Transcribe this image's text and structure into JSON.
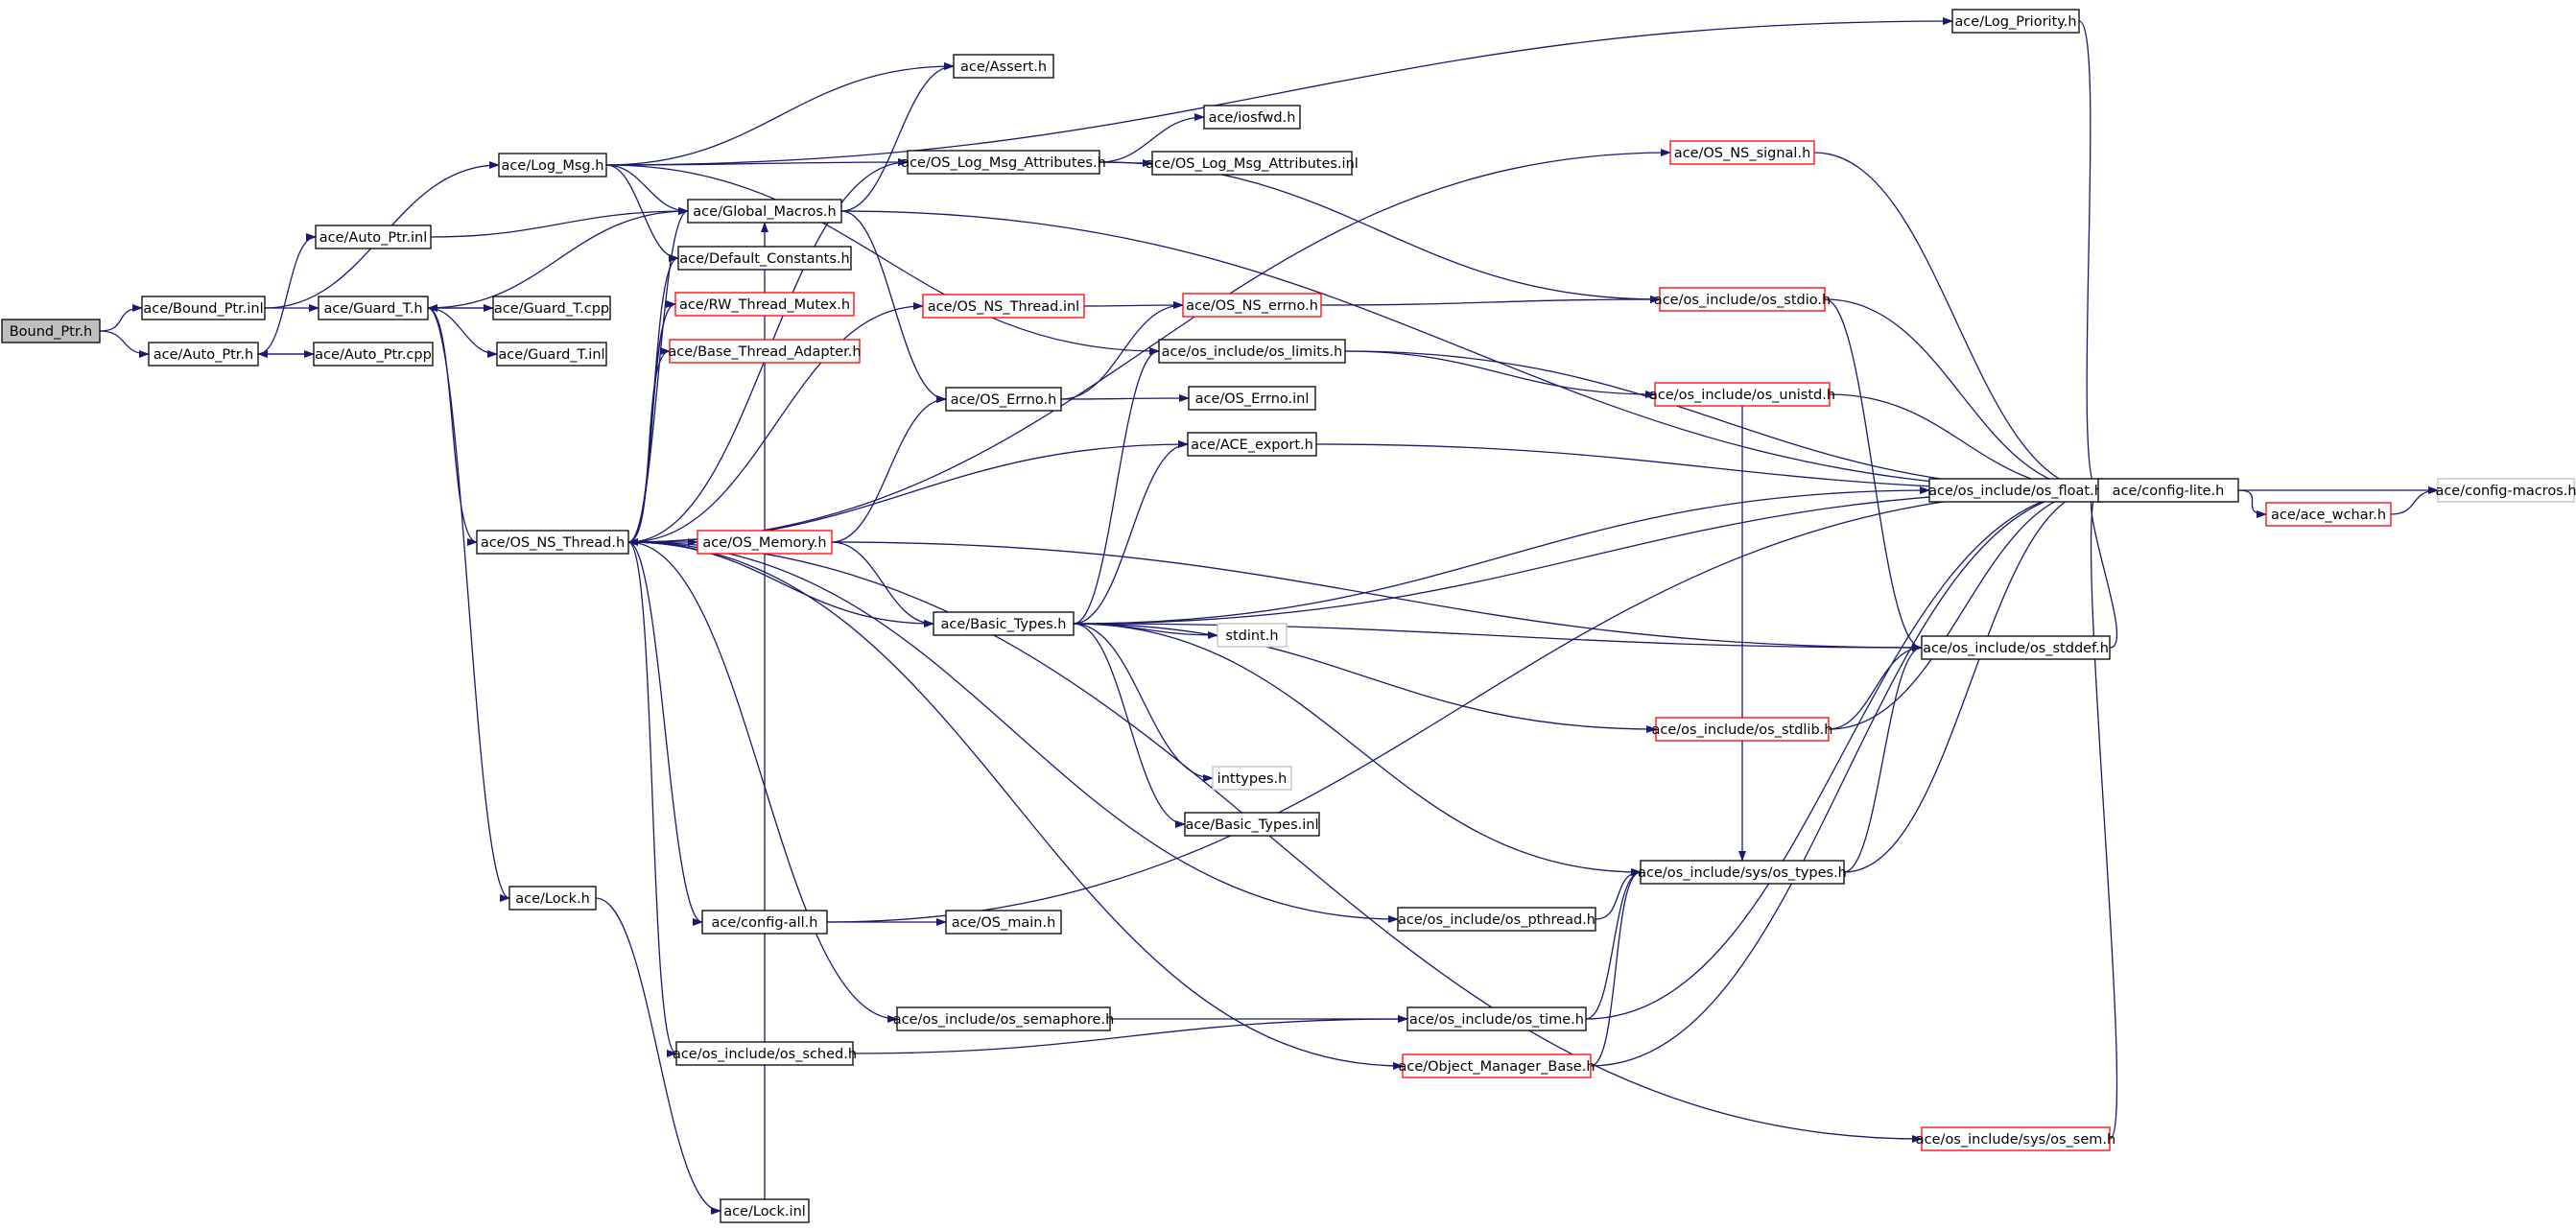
{
  "colors": {
    "edge": "#191970",
    "normal_border": "#000000",
    "incomplete_border": "#ff0000",
    "external_border": "#bfbfbf",
    "root_fill": "#bfbfbf",
    "fill": "#ffffff"
  },
  "nodes": [
    {
      "id": "bound_ptr_h",
      "label": "Bound_Ptr.h",
      "kind": "root"
    },
    {
      "id": "bound_ptr_inl",
      "label": "ace/Bound_Ptr.inl",
      "kind": "normal"
    },
    {
      "id": "auto_ptr_h",
      "label": "ace/Auto_Ptr.h",
      "kind": "normal"
    },
    {
      "id": "log_msg_h",
      "label": "ace/Log_Msg.h",
      "kind": "normal"
    },
    {
      "id": "auto_ptr_inl",
      "label": "ace/Auto_Ptr.inl",
      "kind": "normal"
    },
    {
      "id": "guard_t_h",
      "label": "ace/Guard_T.h",
      "kind": "normal"
    },
    {
      "id": "auto_ptr_cpp",
      "label": "ace/Auto_Ptr.cpp",
      "kind": "normal"
    },
    {
      "id": "guard_t_cpp",
      "label": "ace/Guard_T.cpp",
      "kind": "normal"
    },
    {
      "id": "guard_t_inl",
      "label": "ace/Guard_T.inl",
      "kind": "normal"
    },
    {
      "id": "os_ns_thread_h",
      "label": "ace/OS_NS_Thread.h",
      "kind": "normal"
    },
    {
      "id": "lock_h",
      "label": "ace/Lock.h",
      "kind": "normal"
    },
    {
      "id": "lock_inl",
      "label": "ace/Lock.inl",
      "kind": "normal"
    },
    {
      "id": "global_macros_h",
      "label": "ace/Global_Macros.h",
      "kind": "normal"
    },
    {
      "id": "default_constants_h",
      "label": "ace/Default_Constants.h",
      "kind": "normal"
    },
    {
      "id": "rw_thread_mutex_h",
      "label": "ace/RW_Thread_Mutex.h",
      "kind": "incomplete"
    },
    {
      "id": "base_thread_adapter_h",
      "label": "ace/Base_Thread_Adapter.h",
      "kind": "incomplete"
    },
    {
      "id": "os_memory_h",
      "label": "ace/OS_Memory.h",
      "kind": "incomplete"
    },
    {
      "id": "config_all_h",
      "label": "ace/config-all.h",
      "kind": "normal"
    },
    {
      "id": "os_sched_h",
      "label": "ace/os_include/os_sched.h",
      "kind": "normal"
    },
    {
      "id": "assert_h",
      "label": "ace/Assert.h",
      "kind": "normal"
    },
    {
      "id": "os_log_msg_attr_h",
      "label": "ace/OS_Log_Msg_Attributes.h",
      "kind": "normal"
    },
    {
      "id": "os_ns_thread_inl",
      "label": "ace/OS_NS_Thread.inl",
      "kind": "incomplete"
    },
    {
      "id": "os_errno_h",
      "label": "ace/OS_Errno.h",
      "kind": "normal"
    },
    {
      "id": "basic_types_h",
      "label": "ace/Basic_Types.h",
      "kind": "normal"
    },
    {
      "id": "os_main_h",
      "label": "ace/OS_main.h",
      "kind": "normal"
    },
    {
      "id": "os_semaphore_h",
      "label": "ace/os_include/os_semaphore.h",
      "kind": "normal"
    },
    {
      "id": "iosfwd_h",
      "label": "ace/iosfwd.h",
      "kind": "normal"
    },
    {
      "id": "os_log_msg_attr_inl",
      "label": "ace/OS_Log_Msg_Attributes.inl",
      "kind": "normal"
    },
    {
      "id": "os_ns_errno_h",
      "label": "ace/OS_NS_errno.h",
      "kind": "incomplete"
    },
    {
      "id": "os_limits_h",
      "label": "ace/os_include/os_limits.h",
      "kind": "normal"
    },
    {
      "id": "os_errno_inl",
      "label": "ace/OS_Errno.inl",
      "kind": "normal"
    },
    {
      "id": "ace_export_h",
      "label": "ace/ACE_export.h",
      "kind": "normal"
    },
    {
      "id": "stdint_h",
      "label": "stdint.h",
      "kind": "external"
    },
    {
      "id": "inttypes_h",
      "label": "inttypes.h",
      "kind": "external"
    },
    {
      "id": "basic_types_inl",
      "label": "ace/Basic_Types.inl",
      "kind": "normal"
    },
    {
      "id": "os_pthread_h",
      "label": "ace/os_include/os_pthread.h",
      "kind": "normal"
    },
    {
      "id": "os_time_h",
      "label": "ace/os_include/os_time.h",
      "kind": "normal"
    },
    {
      "id": "object_manager_base_h",
      "label": "ace/Object_Manager_Base.h",
      "kind": "incomplete"
    },
    {
      "id": "log_priority_h",
      "label": "ace/Log_Priority.h",
      "kind": "normal"
    },
    {
      "id": "os_ns_signal_h",
      "label": "ace/OS_NS_signal.h",
      "kind": "incomplete"
    },
    {
      "id": "os_stdio_h",
      "label": "ace/os_include/os_stdio.h",
      "kind": "incomplete"
    },
    {
      "id": "os_unistd_h",
      "label": "ace/os_include/os_unistd.h",
      "kind": "incomplete"
    },
    {
      "id": "os_float_h",
      "label": "ace/os_include/os_float.h",
      "kind": "normal"
    },
    {
      "id": "os_stddef_h",
      "label": "ace/os_include/os_stddef.h",
      "kind": "normal"
    },
    {
      "id": "os_stdlib_h",
      "label": "ace/os_include/os_stdlib.h",
      "kind": "incomplete"
    },
    {
      "id": "sys_os_types_h",
      "label": "ace/os_include/sys/os_types.h",
      "kind": "normal"
    },
    {
      "id": "sys_os_sem_h",
      "label": "ace/os_include/sys/os_sem.h",
      "kind": "incomplete"
    },
    {
      "id": "config_lite_h",
      "label": "ace/config-lite.h",
      "kind": "normal"
    },
    {
      "id": "ace_wchar_h",
      "label": "ace/ace_wchar.h",
      "kind": "incomplete"
    },
    {
      "id": "config_macros_h",
      "label": "ace/config-macros.h",
      "kind": "external"
    }
  ],
  "edges": [
    [
      "bound_ptr_h",
      "bound_ptr_inl"
    ],
    [
      "bound_ptr_h",
      "auto_ptr_h"
    ],
    [
      "bound_ptr_inl",
      "log_msg_h"
    ],
    [
      "bound_ptr_inl",
      "guard_t_h"
    ],
    [
      "auto_ptr_h",
      "auto_ptr_inl"
    ],
    [
      "auto_ptr_h",
      "auto_ptr_cpp"
    ],
    [
      "auto_ptr_cpp",
      "auto_ptr_h"
    ],
    [
      "auto_ptr_inl",
      "global_macros_h"
    ],
    [
      "guard_t_h",
      "guard_t_cpp"
    ],
    [
      "guard_t_cpp",
      "guard_t_h"
    ],
    [
      "guard_t_h",
      "guard_t_inl"
    ],
    [
      "guard_t_h",
      "global_macros_h"
    ],
    [
      "guard_t_h",
      "os_ns_thread_h"
    ],
    [
      "guard_t_h",
      "lock_h"
    ],
    [
      "lock_h",
      "lock_inl"
    ],
    [
      "log_msg_h",
      "log_priority_h"
    ],
    [
      "log_msg_h",
      "assert_h"
    ],
    [
      "log_msg_h",
      "global_macros_h"
    ],
    [
      "log_msg_h",
      "default_constants_h"
    ],
    [
      "log_msg_h",
      "os_log_msg_attr_h"
    ],
    [
      "log_msg_h",
      "os_limits_h"
    ],
    [
      "global_macros_h",
      "assert_h"
    ],
    [
      "global_macros_h",
      "config_lite_h"
    ],
    [
      "global_macros_h",
      "os_errno_h"
    ],
    [
      "os_log_msg_attr_h",
      "iosfwd_h"
    ],
    [
      "os_log_msg_attr_h",
      "os_log_msg_attr_inl"
    ],
    [
      "os_log_msg_attr_h",
      "os_stdio_h"
    ],
    [
      "rw_thread_mutex_h",
      "os_ns_thread_h"
    ],
    [
      "os_ns_thread_h",
      "global_macros_h"
    ],
    [
      "os_ns_thread_h",
      "default_constants_h"
    ],
    [
      "os_ns_thread_h",
      "rw_thread_mutex_h"
    ],
    [
      "os_ns_thread_h",
      "base_thread_adapter_h"
    ],
    [
      "os_ns_thread_h",
      "os_log_msg_attr_h"
    ],
    [
      "os_ns_thread_h",
      "os_ns_signal_h"
    ],
    [
      "os_ns_thread_h",
      "os_ns_thread_inl"
    ],
    [
      "os_ns_thread_h",
      "ace_export_h"
    ],
    [
      "os_ns_thread_h",
      "os_memory_h"
    ],
    [
      "os_ns_thread_h",
      "basic_types_h"
    ],
    [
      "os_ns_thread_h",
      "os_pthread_h"
    ],
    [
      "os_ns_thread_h",
      "config_all_h"
    ],
    [
      "os_ns_thread_h",
      "os_semaphore_h"
    ],
    [
      "os_ns_thread_h",
      "os_sched_h"
    ],
    [
      "os_ns_thread_h",
      "object_manager_base_h"
    ],
    [
      "os_ns_thread_h",
      "sys_os_sem_h"
    ],
    [
      "os_ns_thread_inl",
      "os_ns_errno_h"
    ],
    [
      "os_errno_h",
      "os_ns_errno_h"
    ],
    [
      "os_errno_h",
      "os_errno_inl"
    ],
    [
      "os_ns_errno_h",
      "os_stdio_h"
    ],
    [
      "os_memory_h",
      "os_errno_h"
    ],
    [
      "os_memory_h",
      "basic_types_h"
    ],
    [
      "os_memory_h",
      "os_stddef_h"
    ],
    [
      "basic_types_h",
      "os_limits_h"
    ],
    [
      "basic_types_h",
      "ace_export_h"
    ],
    [
      "basic_types_h",
      "os_float_h"
    ],
    [
      "basic_types_h",
      "config_lite_h"
    ],
    [
      "basic_types_h",
      "stdint_h"
    ],
    [
      "basic_types_h",
      "os_stddef_h"
    ],
    [
      "basic_types_h",
      "os_stdlib_h"
    ],
    [
      "basic_types_h",
      "inttypes_h"
    ],
    [
      "basic_types_h",
      "basic_types_inl"
    ],
    [
      "basic_types_h",
      "sys_os_types_h"
    ],
    [
      "os_limits_h",
      "os_unistd_h"
    ],
    [
      "os_limits_h",
      "config_lite_h"
    ],
    [
      "os_unistd_h",
      "config_lite_h"
    ],
    [
      "os_unistd_h",
      "sys_os_types_h"
    ],
    [
      "ace_export_h",
      "config_lite_h"
    ],
    [
      "os_float_h",
      "config_lite_h"
    ],
    [
      "os_stddef_h",
      "config_lite_h"
    ],
    [
      "os_stdlib_h",
      "os_stddef_h"
    ],
    [
      "os_stdlib_h",
      "config_lite_h"
    ],
    [
      "os_stdio_h",
      "config_lite_h"
    ],
    [
      "os_stdio_h",
      "os_stddef_h"
    ],
    [
      "os_ns_signal_h",
      "config_lite_h"
    ],
    [
      "sys_os_types_h",
      "os_stddef_h"
    ],
    [
      "sys_os_types_h",
      "config_lite_h"
    ],
    [
      "os_pthread_h",
      "sys_os_types_h"
    ],
    [
      "config_all_h",
      "os_main_h"
    ],
    [
      "config_all_h",
      "config_lite_h"
    ],
    [
      "os_semaphore_h",
      "os_time_h"
    ],
    [
      "os_sched_h",
      "os_time_h"
    ],
    [
      "os_time_h",
      "sys_os_types_h"
    ],
    [
      "os_time_h",
      "config_lite_h"
    ],
    [
      "object_manager_base_h",
      "sys_os_types_h"
    ],
    [
      "object_manager_base_h",
      "config_lite_h"
    ],
    [
      "sys_os_sem_h",
      "config_lite_h"
    ],
    [
      "lock_inl",
      "global_macros_h"
    ],
    [
      "log_priority_h",
      "config_lite_h"
    ],
    [
      "config_lite_h",
      "ace_wchar_h"
    ],
    [
      "config_lite_h",
      "config_macros_h"
    ],
    [
      "ace_wchar_h",
      "config_macros_h"
    ]
  ]
}
